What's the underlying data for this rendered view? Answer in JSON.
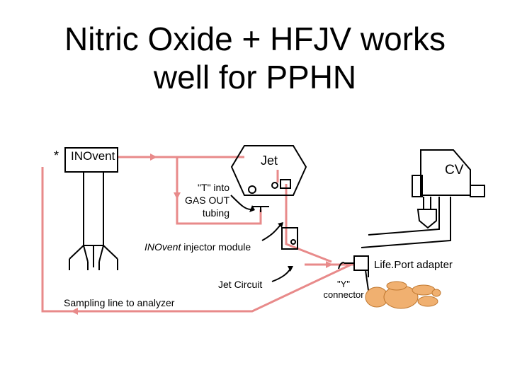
{
  "slide": {
    "title_line1": "Nitric Oxide + HFJV works",
    "title_line2": "well for PPHN"
  },
  "diagram": {
    "asterisk": "*",
    "inovent_box": "INOvent",
    "jet_label": "Jet",
    "cv_label": "CV",
    "t_tubing_line1": "\"T\" into",
    "t_tubing_line2": "GAS OUT",
    "t_tubing_line3": "tubing",
    "injector_italic": "INOvent",
    "injector_rest": " injector module",
    "lifeport_label": "Life.Port adapter",
    "jet_circuit_label": "Jet Circuit",
    "y_connector_line1": "\"Y\"",
    "y_connector_line2": "connector",
    "sampling_label": "Sampling line to analyzer"
  },
  "colors": {
    "gas_line": "#e88a8a",
    "line": "#000000",
    "infant": "#f0b070"
  }
}
